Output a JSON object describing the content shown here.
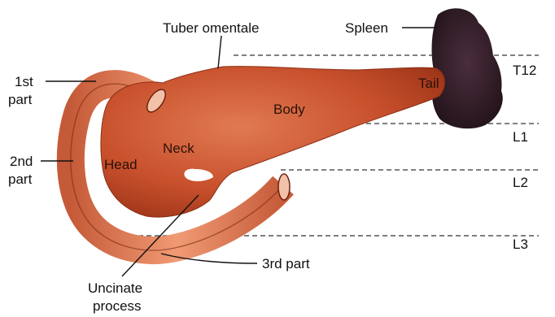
{
  "labels": {
    "tuber_omentale": "Tuber omentale",
    "spleen": "Spleen",
    "tail": "Tail",
    "body": "Body",
    "neck": "Neck",
    "head": "Head",
    "first_part_line1": "1st",
    "first_part_line2": "part",
    "second_part_line1": "2nd",
    "second_part_line2": "part",
    "third_part": "3rd part",
    "uncinate_line1": "Uncinate",
    "uncinate_line2": "process"
  },
  "vertebral_levels": [
    "T12",
    "L1",
    "L2",
    "L3"
  ],
  "colors": {
    "pancreas": "#c8502c",
    "duodenum": "#e0805a",
    "spleen": "#3a2430",
    "background": "#ffffff"
  }
}
